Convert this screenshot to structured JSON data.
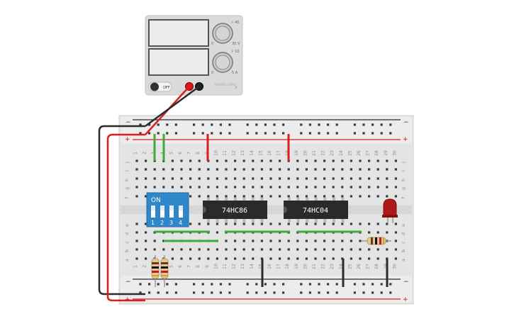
{
  "power_supply": {
    "voltage_knob_marks": {
      "top": "⚡ 40",
      "low": "0",
      "high": "30 V"
    },
    "current_knob_marks": {
      "top": "⚡ 10",
      "low": "0",
      "high": "5 A"
    },
    "switch_label": "OFF",
    "brand_text": "POWER SUPPLY",
    "colors": {
      "body": "#d9d9d9",
      "display": "#e9e9e9",
      "red_terminal": "#d81818",
      "black_terminal": "#222222"
    }
  },
  "breadboard": {
    "rail_top_neg": "−",
    "rail_top_pos": "+",
    "rail_bot_neg": "−",
    "rail_bot_pos": "+",
    "columns": [
      "1",
      "2",
      "3",
      "4",
      "5",
      "6",
      "7",
      "8",
      "9",
      "10",
      "11",
      "12",
      "13",
      "14",
      "15",
      "16",
      "17",
      "18",
      "19",
      "20",
      "21",
      "22",
      "23",
      "24",
      "25",
      "26",
      "27",
      "28",
      "29",
      "30"
    ],
    "rows_upper": [
      "j",
      "i",
      "h",
      "g",
      "f"
    ],
    "rows_lower": [
      "e",
      "d",
      "c",
      "b",
      "a"
    ]
  },
  "components": {
    "dip_switch": {
      "top_label": "ON",
      "switch_numbers": [
        "1",
        "2",
        "3",
        "4"
      ],
      "color": "#2f86c8"
    },
    "ic1": {
      "label": "74HC86"
    },
    "ic2": {
      "label": "74HC04"
    },
    "led": {
      "color": "#b01818"
    },
    "wire_colors": {
      "red": "#dd1e1e",
      "black": "#2b2b2b",
      "green": "#3cab3c"
    }
  }
}
